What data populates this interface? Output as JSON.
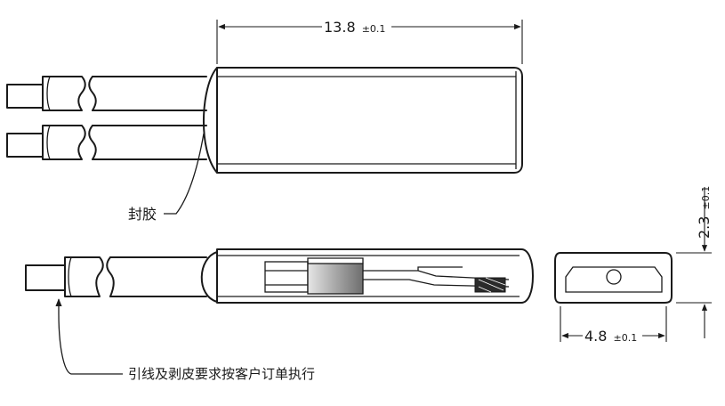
{
  "dimensions": {
    "length": {
      "value": "13.8",
      "tolerance": "±0.1"
    },
    "width": {
      "value": "4.8",
      "tolerance": "±0.1"
    },
    "height": {
      "value": "2.3",
      "tolerance": "±0.1"
    }
  },
  "callouts": {
    "seal": "封胶",
    "lead": "引线及剥皮要求按客户订单执行"
  }
}
